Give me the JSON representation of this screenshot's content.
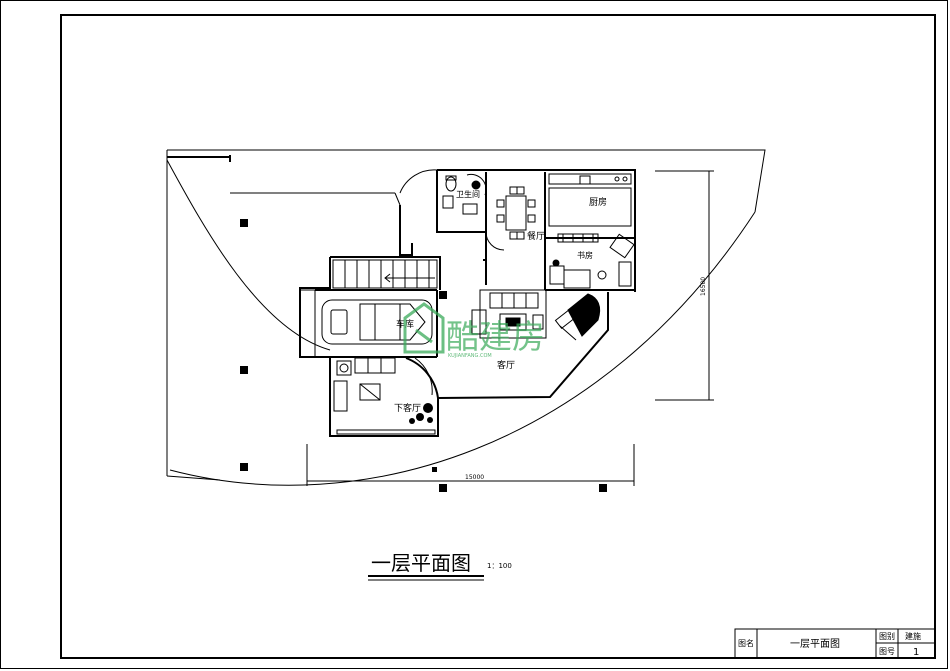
{
  "drawing_title": "一层平面图",
  "scale": "1：100",
  "rooms": {
    "bathroom": "卫生间",
    "dining": "餐厅",
    "kitchen": "厨房",
    "study": "书房",
    "garage": "车库",
    "living": "客厅",
    "lower_living": "下客厅"
  },
  "dimensions": {
    "width": "15000",
    "height": "16500"
  },
  "watermark": {
    "brand": "酷建房",
    "url": "KUJIANFANG.COM"
  },
  "title_block": {
    "label_name": "图名",
    "name": "一层平面图",
    "label_category": "图别",
    "category": "建施",
    "label_number": "图号",
    "number": "1"
  },
  "colors": {
    "line": "#000000",
    "watermark": "#3aaa5a"
  }
}
